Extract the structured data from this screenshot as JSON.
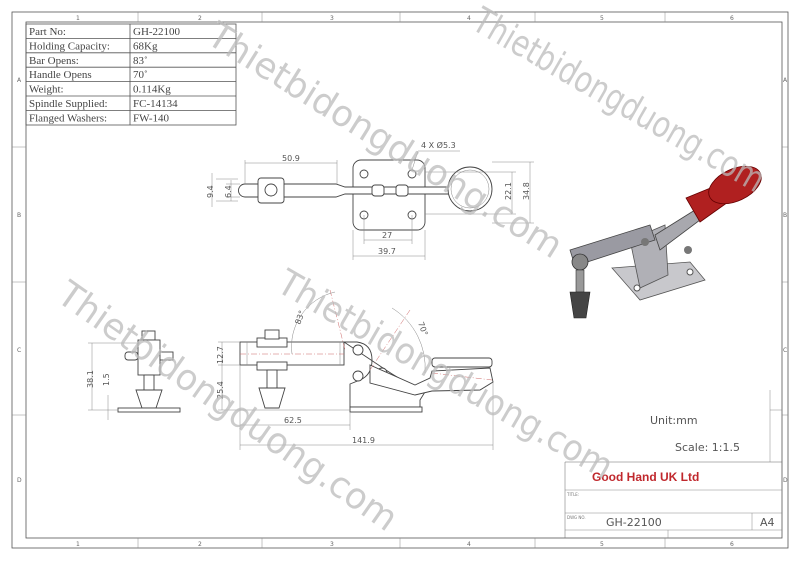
{
  "zones": {
    "columns": [
      "1",
      "2",
      "3",
      "4",
      "5",
      "6"
    ],
    "rows": [
      "A",
      "B",
      "C",
      "D"
    ]
  },
  "specs": [
    {
      "label": "Part No:",
      "value": "GH-22100"
    },
    {
      "label": "Holding Capacity:",
      "value": "68Kg"
    },
    {
      "label": "Bar Opens:",
      "value": "83˚"
    },
    {
      "label": "Handle Opens",
      "value": "70˚"
    },
    {
      "label": "Weight:",
      "value": "0.114Kg"
    },
    {
      "label": "Spindle Supplied:",
      "value": "FC-14134"
    },
    {
      "label": "Flanged Washers:",
      "value": "FW-140"
    }
  ],
  "top_view": {
    "d_50_9": "50.9",
    "holes": "4 X Ø5.3",
    "d_9_4": "9.4",
    "d_6_4": "6.4",
    "d_22_1": "22.1",
    "d_34_8": "34.8",
    "d_27": "27",
    "d_39_7": "39.7"
  },
  "side_view": {
    "angle_bar": "83°",
    "angle_handle": "70°",
    "d_12_7": "12.7",
    "d_25_4": "25.4",
    "d_62_5": "62.5",
    "d_141_9": "141.9"
  },
  "front_view": {
    "d_38_1": "38.1",
    "d_1_5": "1.5"
  },
  "notes": {
    "unit": "Unit:mm",
    "scale": "Scale: 1:1.5"
  },
  "title_block": {
    "company": "Good Hand UK Ltd",
    "title_label": "TITLE:",
    "dwg_label": "DWG NO.",
    "dwg_no": "GH-22100",
    "size": "A4"
  },
  "watermark": "Thietbidongduong.com",
  "colors": {
    "company": "#c0282d",
    "handle": "#b02020"
  }
}
